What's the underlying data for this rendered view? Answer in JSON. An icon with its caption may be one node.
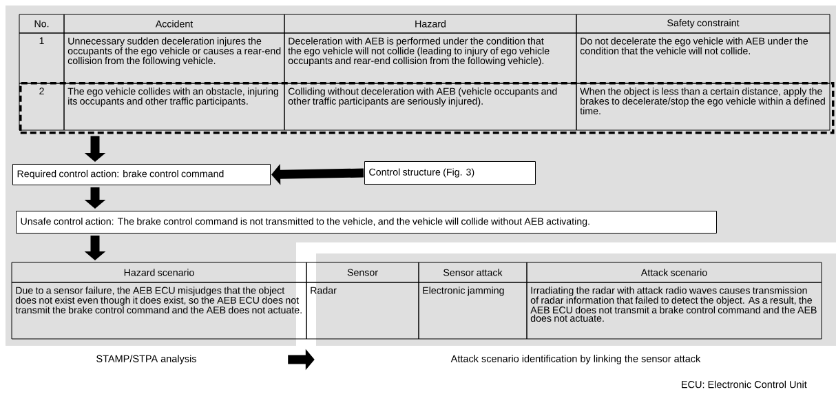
{
  "diagram": {
    "nodes": [
      {
        "text": [
          "STAMP/STPA analysis"
        ]
      },
      {
        "text": [
          "Attack scenario identification by linking the sensor attack"
        ]
      },
      {
        "text": [],
        "shape": "box",
        "in": 0
      },
      {
        "text": [
          "Required control action: brake control command"
        ],
        "in": 0
      },
      {
        "text": [
          "Control structure (Fig. 3)"
        ],
        "in": 0
      },
      {
        "text": [
          "Unsafe control action: The brake control command is not transmitted to the vehicle, and the vehicle will collide without AEB activating."
        ],
        "in": 0
      },
      {
        "text": [
          "Hazard scenario",
          "Due to a sensor failure, the AEB ECU misjudges that the object does not exist even though it does exist, so the AEB ECU does not transmit the brake control command and the AEB does not actuate."
        ],
        "in": 0
      },
      {
        "text": [
          "Sensor",
          "Sensor attack",
          "Attack scenario",
          "Radar",
          "Electronic jamming",
          "Irradiating the radar with attack radio waves causes transmission of radar information that failed to detect the object. As a result, the AEB ECU does not transmit a brake control command and the AEB does not actuate."
        ],
        "in": 1
      }
    ],
    "edges": [
      {
        "from": 2,
        "to": 3,
        "arrow": "to"
      },
      {
        "from": 4,
        "to": 3,
        "arrow": "to"
      },
      {
        "from": 3,
        "to": 5,
        "arrow": "to"
      },
      {
        "from": 5,
        "to": 6,
        "arrow": "to"
      },
      {
        "from": 0,
        "to": 1,
        "arrow": "to"
      }
    ],
    "labels": [
      "No.",
      "Accident",
      "Hazard",
      "Safety constraint",
      "1",
      "Unnecessary sudden deceleration injures the occupants of the ego vehicle or causes a rear-end collision from the following vehicle.",
      "Deceleration with AEB is performed under the condition that the ego vehicle will not collide (leading to injury of ego vehicle occupants and rear-end collision from the following vehicle).",
      "Do not decelerate the ego vehicle with AEB under the condition that the vehicle will not collide.",
      "2",
      "The ego vehicle collides with an obstacle, injuring its occupants and other traffic participants.",
      "Colliding without deceleration with AEB (vehicle occupants and other traffic participants are seriously injured).",
      "When the object is less than a certain distance, apply the brakes to decelerate/stop the ego vehicle within a defined time.",
      "ECU: Electronic Control Unit"
    ]
  }
}
